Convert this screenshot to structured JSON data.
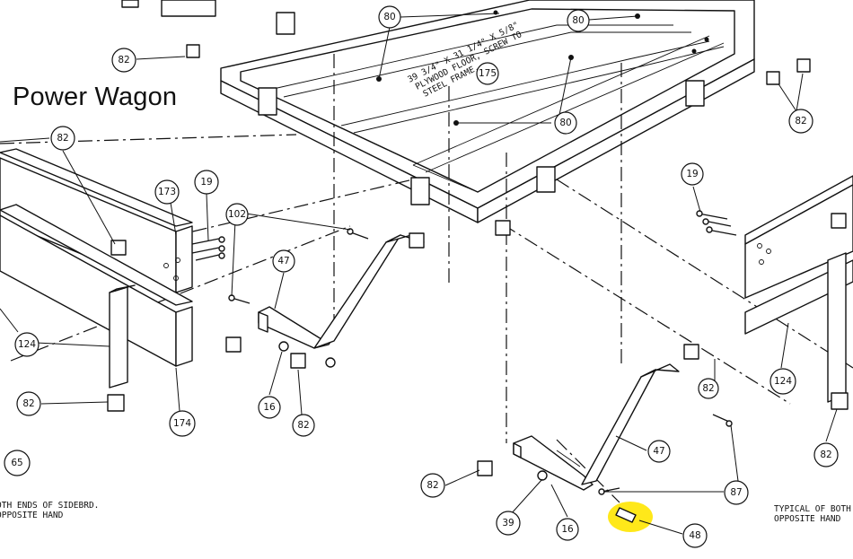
{
  "title": "Power Wagon",
  "notes": {
    "floor_line1": "39 3/4\" X 31 1/4\" X 5/8\"",
    "floor_line2": "PLYWOOD FLOOR, SCREW TO",
    "floor_line3": "STEEL FRAME.",
    "left_line1": "OTH ENDS OF SIDEBRD.",
    "left_line2": "OPPOSITE HAND",
    "right_line1": "TYPICAL OF BOTH",
    "right_line2": "OPPOSITE HAND"
  },
  "callouts": [
    {
      "id": "c1",
      "label": "80"
    },
    {
      "id": "c2",
      "label": "80"
    },
    {
      "id": "c3",
      "label": "80"
    },
    {
      "id": "c4",
      "label": "82"
    },
    {
      "id": "c5",
      "label": "82"
    },
    {
      "id": "c6",
      "label": "82"
    },
    {
      "id": "c7",
      "label": "82"
    },
    {
      "id": "c8",
      "label": "82"
    },
    {
      "id": "c9",
      "label": "82"
    },
    {
      "id": "c10",
      "label": "82"
    },
    {
      "id": "c11",
      "label": "82"
    },
    {
      "id": "c12",
      "label": "175"
    },
    {
      "id": "c13",
      "label": "173"
    },
    {
      "id": "c14",
      "label": "174"
    },
    {
      "id": "c15",
      "label": "19"
    },
    {
      "id": "c16",
      "label": "19"
    },
    {
      "id": "c17",
      "label": "102"
    },
    {
      "id": "c18",
      "label": "47"
    },
    {
      "id": "c19",
      "label": "47"
    },
    {
      "id": "c20",
      "label": "124"
    },
    {
      "id": "c21",
      "label": "124"
    },
    {
      "id": "c22",
      "label": "16"
    },
    {
      "id": "c23",
      "label": "16"
    },
    {
      "id": "c24",
      "label": "65"
    },
    {
      "id": "c25",
      "label": "39"
    },
    {
      "id": "c26",
      "label": "87"
    },
    {
      "id": "c27",
      "label": "48"
    }
  ],
  "colors": {
    "highlight": "#ffe81a",
    "ink": "#111111"
  }
}
